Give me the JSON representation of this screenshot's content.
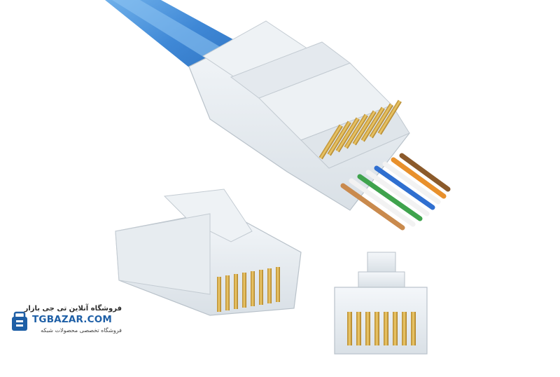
{
  "logo": {
    "title_fa": "فروشگاه آنلاین تی جی بازار",
    "brand": "TGBAZAR.COM",
    "subtitle_fa": "فروشگاه تخصصی محصولات شبکه",
    "icon": "store-icon",
    "brand_color": "#1e5fa6"
  },
  "colors": {
    "cable": "#4a90d9",
    "contacts": "#d4a84a",
    "wire_orange": "#e8902c",
    "wire_green": "#3fa34d",
    "wire_blue": "#2f6fd0",
    "wire_brown": "#8b5a2b"
  }
}
